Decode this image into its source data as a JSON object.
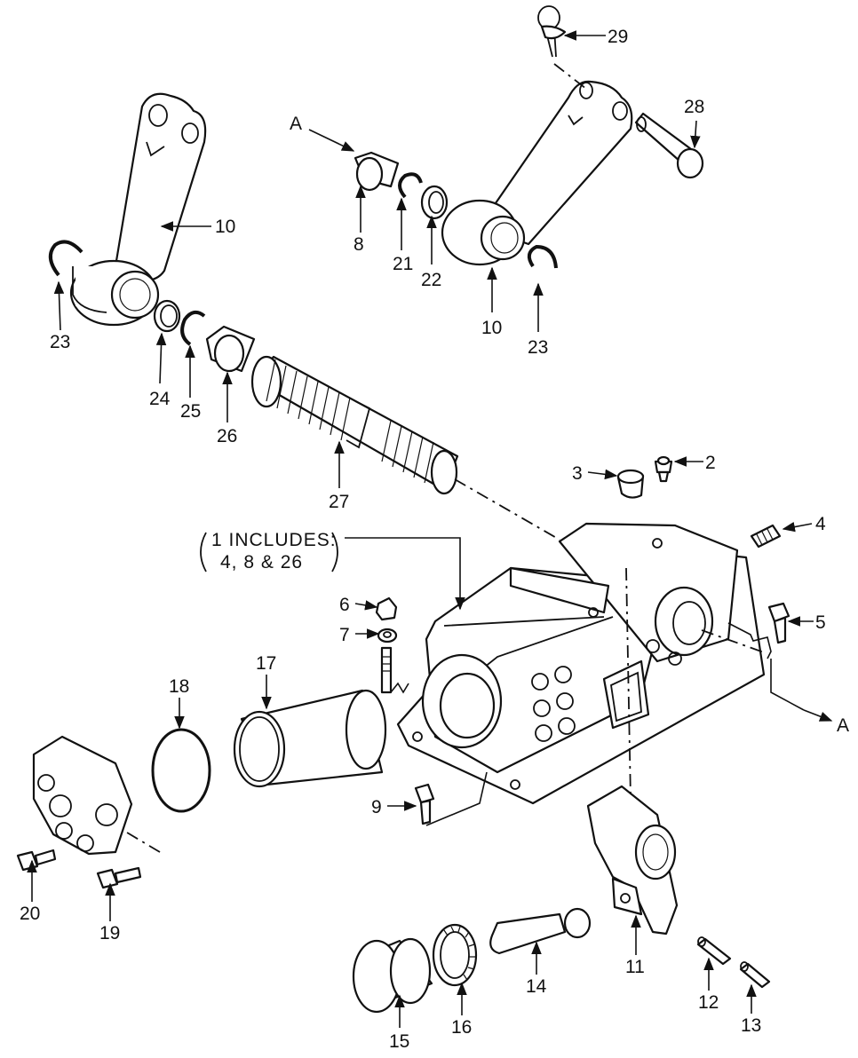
{
  "callouts": {
    "n2": "2",
    "n3": "3",
    "n4": "4",
    "n5": "5",
    "n6": "6",
    "n7": "7",
    "n8": "8",
    "n9": "9",
    "n10a": "10",
    "n10b": "10",
    "n11": "11",
    "n12": "12",
    "n13": "13",
    "n14": "14",
    "n15": "15",
    "n16": "16",
    "n17": "17",
    "n18": "18",
    "n19": "19",
    "n20": "20",
    "n21": "21",
    "n22": "22",
    "n23a": "23",
    "n23b": "23",
    "n24": "24",
    "n25": "25",
    "n26": "26",
    "n27": "27",
    "n28": "28",
    "n29": "29"
  },
  "refs": {
    "a_top": "A",
    "a_right": "A"
  },
  "note": {
    "line1": "1 INCLUDES:",
    "line2": "4, 8 & 26"
  }
}
